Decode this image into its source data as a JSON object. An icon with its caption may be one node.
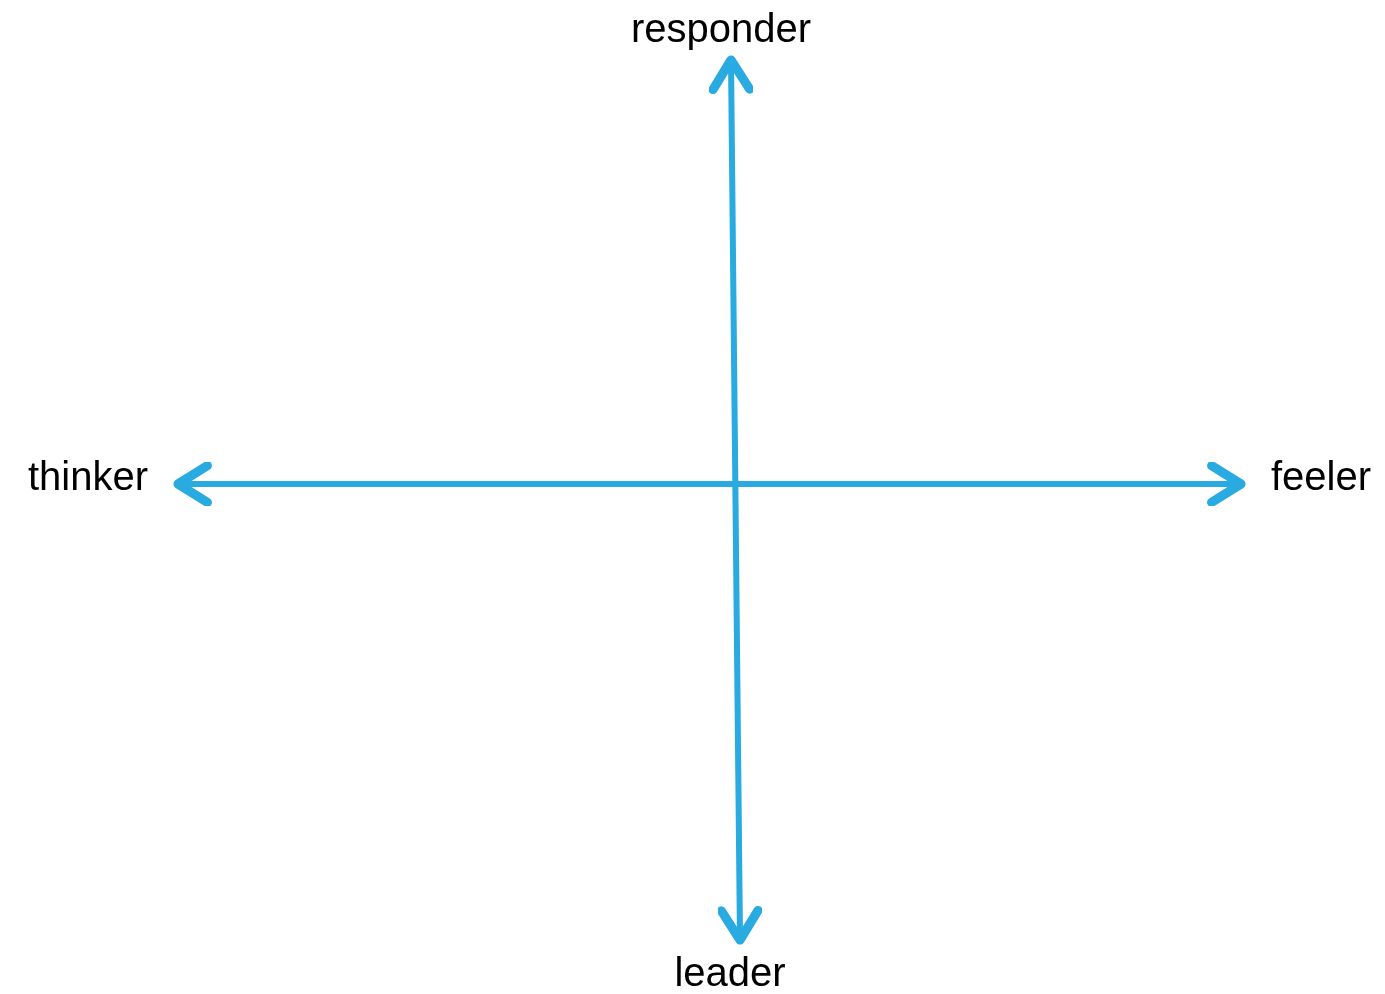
{
  "diagram": {
    "nodes": [
      {
        "text": [
          "responder"
        ]
      },
      {
        "text": [
          "thinker"
        ]
      },
      {
        "text": [
          "feeler"
        ]
      },
      {
        "text": [
          "leader"
        ]
      }
    ],
    "edges": [
      {
        "from": 0,
        "to": 3,
        "arrow": "both"
      },
      {
        "from": 1,
        "to": 2,
        "arrow": "both"
      }
    ]
  }
}
